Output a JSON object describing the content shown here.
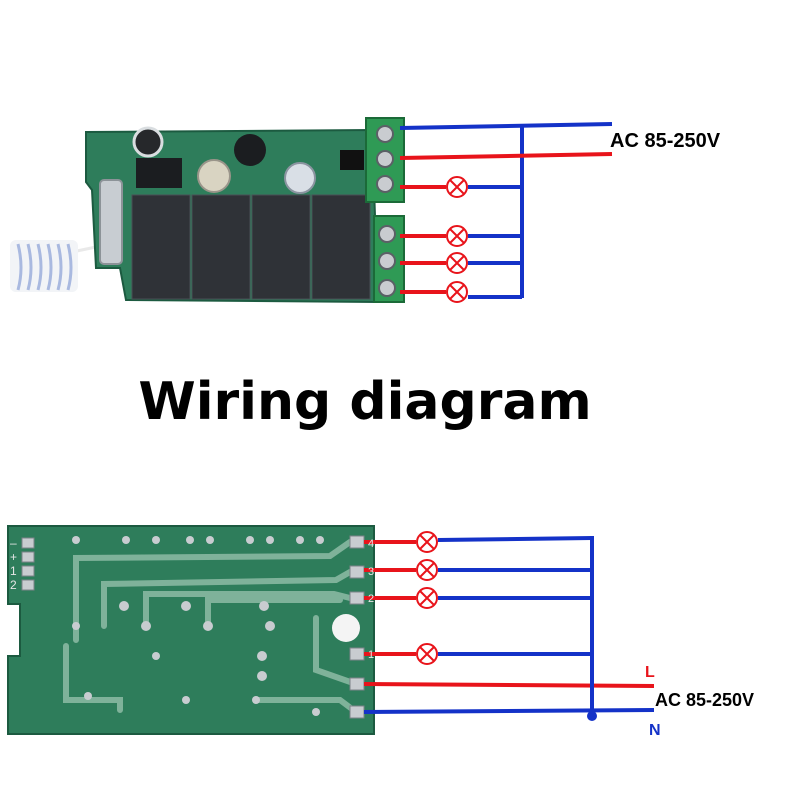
{
  "title": "Wiring diagram",
  "top_diagram": {
    "supply_label": "AC 85-250V"
  },
  "bottom_diagram": {
    "supply_label": "AC 85-250V",
    "live_label": "L",
    "neutral_label": "N",
    "terminal_labels": [
      "4",
      "3",
      "2",
      "1"
    ],
    "edge_pin_labels": [
      "–",
      "+",
      "1",
      "2"
    ]
  },
  "colors": {
    "live_wire": "#e8141b",
    "neutral_wire": "#1432c8",
    "pcb": "#2e7d5b",
    "terminal_block": "#2f9a55",
    "lamp": "#e8141b",
    "label_live": "#e8141b",
    "label_neutral": "#1432c8"
  },
  "icons": [
    "lamp-symbol",
    "screw-terminal",
    "relay",
    "antenna-coil"
  ]
}
